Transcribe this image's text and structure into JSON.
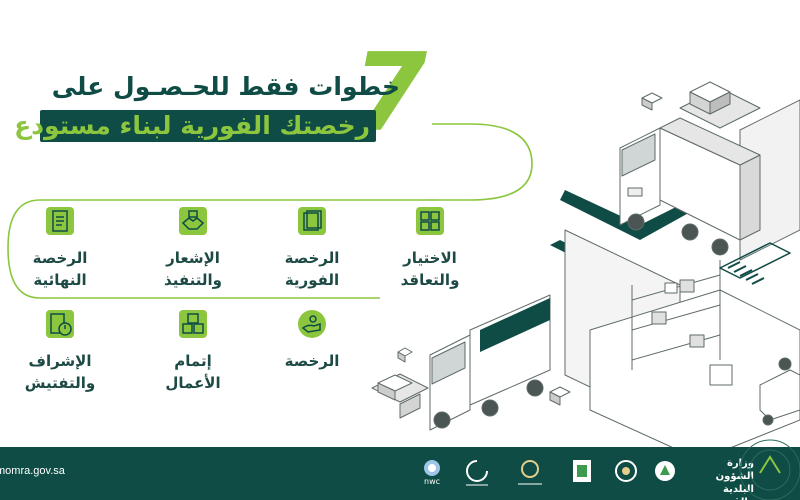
{
  "header": {
    "number": "7",
    "line1": "خطوات فقط للحـصـول على",
    "line2": "رخصتك الفورية لبناء مستودع"
  },
  "steps": [
    {
      "label": "الاختيار\nوالتعاقد",
      "icon": "grid-boxes-icon"
    },
    {
      "label": "الرخصة\nالفورية",
      "icon": "document-stack-icon"
    },
    {
      "label": "الإشعار\nوالتنفيذ",
      "icon": "handshake-box-icon"
    },
    {
      "label": "الرخصة\nالنهائية",
      "icon": "checklist-icon"
    },
    {
      "label": "الرخصة",
      "icon": "hand-coin-icon"
    },
    {
      "label": "إتمام\nالأعمال",
      "icon": "stacked-boxes-icon"
    },
    {
      "label": "الإشراف\nوالتفتيش",
      "icon": "clipboard-timer-icon"
    }
  ],
  "footer": {
    "url": "momra.gov.sa",
    "nwc": "nwc",
    "ministry": "وزارة الشؤون البلدية والقروية"
  },
  "colors": {
    "dark_green": "#0f4c45",
    "light_green": "#8cc63f",
    "footer": "#0e4c45"
  }
}
